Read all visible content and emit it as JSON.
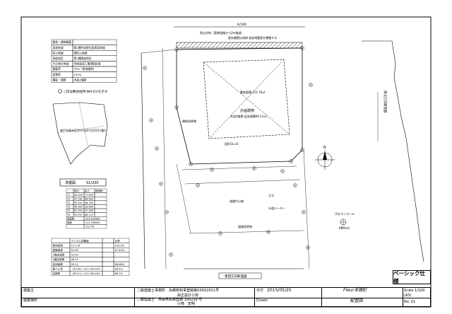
{
  "info_table": {
    "rows": [
      {
        "label": "敷地・建物概要",
        "value": ""
      },
      {
        "label": "用途地域",
        "value": "第2種中高層住居専用地域"
      },
      {
        "label": "防火地域",
        "value": "準防火地域"
      },
      {
        "label": "高度地区",
        "value": "第2種高度地区"
      },
      {
        "label": "その他の地域",
        "value": "宅地造成工事規制区域"
      },
      {
        "label": "建蔽率",
        "value": "70%（角地緩和）"
      },
      {
        "label": "容積率",
        "value": "150%"
      },
      {
        "label": "構造・階数",
        "value": "木造2階建"
      }
    ]
  },
  "legend_note": "○印は敷地境界(NM-03)を示す",
  "location_map": {
    "label": "神戸市垂水区学が丘四丁目2011番3",
    "scale_title": "求積図",
    "scale_value": "S1/200"
  },
  "area_table": {
    "headers": [
      "",
      "底辺",
      "高さ",
      "倍面積"
    ],
    "rows": [
      [
        "T1",
        "94.000",
        "77.900",
        ""
      ],
      [
        "T2",
        "97.781",
        "66.560",
        ""
      ],
      [
        "T3",
        "95.531",
        "46.760",
        ""
      ],
      [
        "T4",
        "45.340",
        "23.960",
        ""
      ],
      [
        "T5",
        "87.350",
        "47.180",
        ""
      ],
      [
        "T6",
        "95.597",
        "66.113",
        ""
      ]
    ],
    "double_area_label": "倍面積",
    "double_area": "223.530080",
    "area_label": "面積",
    "area": "111.765040",
    "area_rounded": "111.76"
  },
  "summary_table": {
    "headers": [
      "",
      "ランダム試験値",
      "",
      "比率"
    ],
    "rows": [
      [
        "敷地面積",
        "111.76",
        "",
        "100.0%"
      ],
      [
        "建築面積",
        "53.00",
        "",
        "47.42%"
      ],
      [
        "1階床面積",
        "53.00",
        "",
        ""
      ],
      [
        "2階床面積",
        "46.11",
        "",
        ""
      ],
      [
        "延床面積",
        "99.11",
        "",
        "88.68%"
      ],
      [
        "建ぺい率",
        "（53.00）/111.76×100",
        "",
        "48.4%"
      ],
      [
        "容積率",
        "（99.11）/111.76×100",
        "",
        "88.7%"
      ]
    ]
  },
  "site_plan": {
    "top_dimension": "8,500",
    "road_note_1": "防災空地（東側道路から2m後退）",
    "road_note_2": "既存擁壁は改修 各部地盤面を整備する",
    "building_label": "計画建物",
    "building_note": "木造2階建 延床面積99.11㎡",
    "area_note": "敷地面積 111.76㎡",
    "setback_note": "道路中心線",
    "left_boundary_note": "隣地境界線",
    "bottom_road": "道路境界線",
    "south_section_label": "東西方向断面図",
    "north_section_label": "南北方向断面図",
    "gl_note": "設計GL±0",
    "manhole": "汚水マンホール",
    "manhole_code": "KBM±0",
    "compass": "N",
    "gas_label": "ガス",
    "water_label": "水道メーター"
  },
  "stamp_label": "ベーシック仕様",
  "title_block": {
    "designer_qual_1": "二級建築士事務所",
    "designer_reg_1": "兵庫県知事登録第02N32021号",
    "office_name": "由正設計工房",
    "designer_qual_2": "二級建築士",
    "designer_reg_2": "兵庫県知事登録 100239 号",
    "designer_name": "小林　宏明",
    "date_label": "日付",
    "date": "2015/05/25",
    "drawn_label": "Drawn",
    "project_name": "Fleur寺憩町",
    "drawing_name": "配置図",
    "scale_label": "Scale",
    "scale": "1/100",
    "size": "(A3)",
    "sheet_label": "No.",
    "sheet_no": "01",
    "left_title": "建築主",
    "left_title_2": "建築場所"
  }
}
